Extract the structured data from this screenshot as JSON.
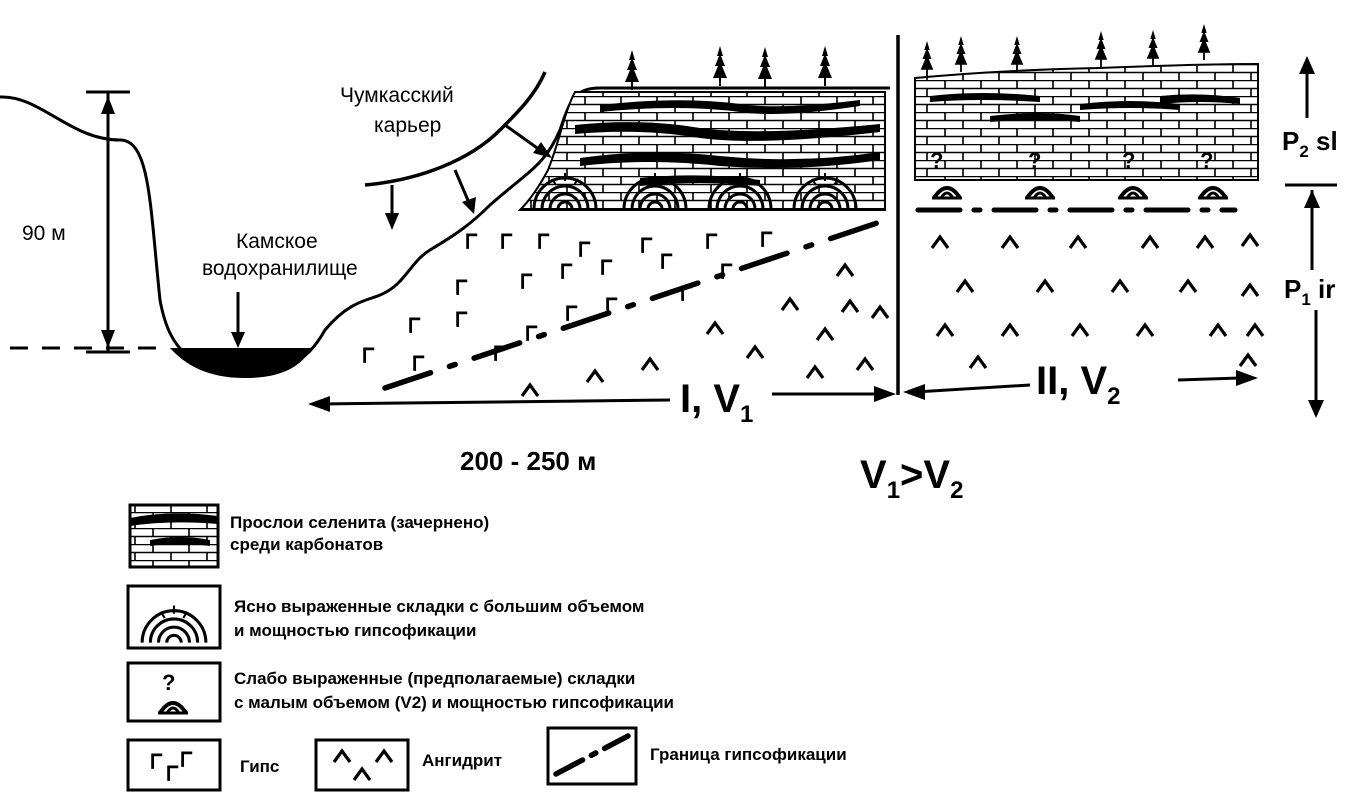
{
  "labels": {
    "height": "90 м",
    "reservoir_line1": "Камское",
    "reservoir_line2": "водохранилище",
    "quarry_line1": "Чумкасский",
    "quarry_line2": "карьер",
    "width": "200 - 250 м",
    "zone1": "I,  V",
    "zone1_sub": "1",
    "zone2": "II,  V",
    "zone2_sub": "2",
    "comparison_v1": "V",
    "comparison_sub1": "1",
    "comparison_op": ">",
    "comparison_v2": "V",
    "comparison_sub2": "2",
    "strat_upper": "P",
    "strat_upper_sub": "2",
    "strat_upper_suffix": " sl",
    "strat_lower": "P",
    "strat_lower_sub": "1",
    "strat_lower_suffix": " ir",
    "question": "?"
  },
  "legend": {
    "selenite_line1": "Прослои селенита (зачернено)",
    "selenite_line2": "среди карбонатов",
    "folds_clear_line1": "Ясно выраженные складки с большим объемом",
    "folds_clear_line2": "и мощностью гипсофикации",
    "folds_weak_line1": "Слабо выраженные (предполагаемые) складки",
    "folds_weak_line2": "с малым объемом (V2) и мощностью гипсофикации",
    "gypsum": "Гипс",
    "anhydrite": "Ангидрит",
    "boundary": "Граница гипсофикации"
  },
  "icons": {
    "tree": "spruce-tree-icon",
    "gypsum": "gypsum-symbol-icon",
    "anhydrite": "anhydrite-symbol-icon",
    "fold": "fold-arch-icon"
  },
  "colors": {
    "ink": "#000000",
    "paper": "#ffffff"
  }
}
